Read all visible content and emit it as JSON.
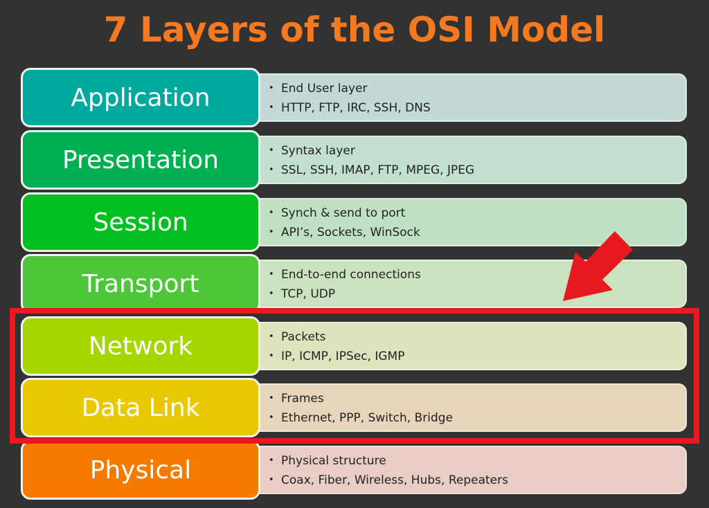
{
  "title": "7 Layers of the OSI Model",
  "layers": [
    {
      "name": "Application",
      "color": "#00a99d",
      "bg": "#c3d9d5",
      "points": [
        "End User layer",
        "HTTP, FTP, IRC, SSH, DNS"
      ]
    },
    {
      "name": "Presentation",
      "color": "#00b050",
      "bg": "#c3dfd0",
      "points": [
        "Syntax layer",
        "SSL, SSH, IMAP, FTP, MPEG, JPEG"
      ]
    },
    {
      "name": "Session",
      "color": "#00c020",
      "bg": "#bfe0c3",
      "points": [
        "Synch & send to port",
        "API’s, Sockets, WinSock"
      ]
    },
    {
      "name": "Transport",
      "color": "#4ec63a",
      "bg": "#cbe2c0",
      "points": [
        "End-to-end connections",
        "TCP, UDP"
      ]
    },
    {
      "name": "Network",
      "color": "#a6d600",
      "bg": "#dde4bd",
      "points": [
        "Packets",
        "IP, ICMP, IPSec, IGMP"
      ]
    },
    {
      "name": "Data Link",
      "color": "#e8c800",
      "bg": "#e5d6bb",
      "points": [
        "Frames",
        "Ethernet, PPP, Switch, Bridge"
      ]
    },
    {
      "name": "Physical",
      "color": "#f57a00",
      "bg": "#e9ccc4",
      "points": [
        "Physical structure",
        "Coax, Fiber, Wireless, Hubs, Repeaters"
      ]
    }
  ],
  "highlight_color": "#e8191f"
}
